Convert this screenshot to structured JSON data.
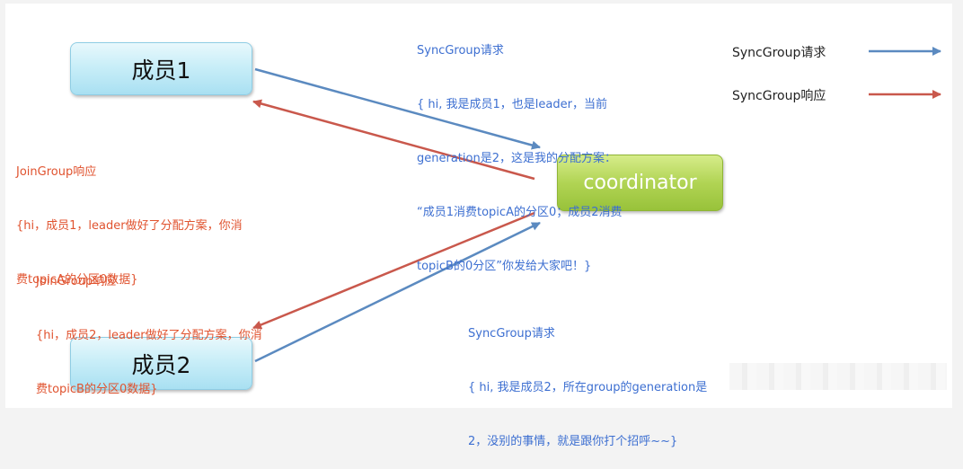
{
  "nodes": {
    "member1": "成员1",
    "member2": "成员2",
    "coordinator": "coordinator"
  },
  "annotations": {
    "sync_request_1": {
      "title": "SyncGroup请求",
      "lines": [
        "{ hi, 我是成员1，也是leader，当前",
        "generation是2，这是我的分配方案：",
        "“成员1消费topicA的分区0；成员2消费",
        "topicB的0分区”你发给大家吧！}"
      ]
    },
    "join_response_1": {
      "title": "JoinGroup响应",
      "lines": [
        "{hi，成员1，leader做好了分配方案，你消",
        "费topicA的分区0数据}"
      ]
    },
    "join_response_2": {
      "title": "JoinGroup响应",
      "lines": [
        "{hi，成员2，leader做好了分配方案，你消",
        "费topicB的分区0数据}"
      ]
    },
    "sync_request_2": {
      "title": "SyncGroup请求",
      "lines": [
        "{ hi, 我是成员2，所在group的generation是",
        "2，没别的事情，就是跟你打个招呼~~}"
      ]
    }
  },
  "legend": {
    "request_label": "SyncGroup请求",
    "response_label": "SyncGroup响应"
  },
  "colors": {
    "request_arrow": "#5b8ac0",
    "response_arrow": "#c9584c",
    "request_text": "#3d6fd1",
    "response_text": "#e0532f"
  }
}
